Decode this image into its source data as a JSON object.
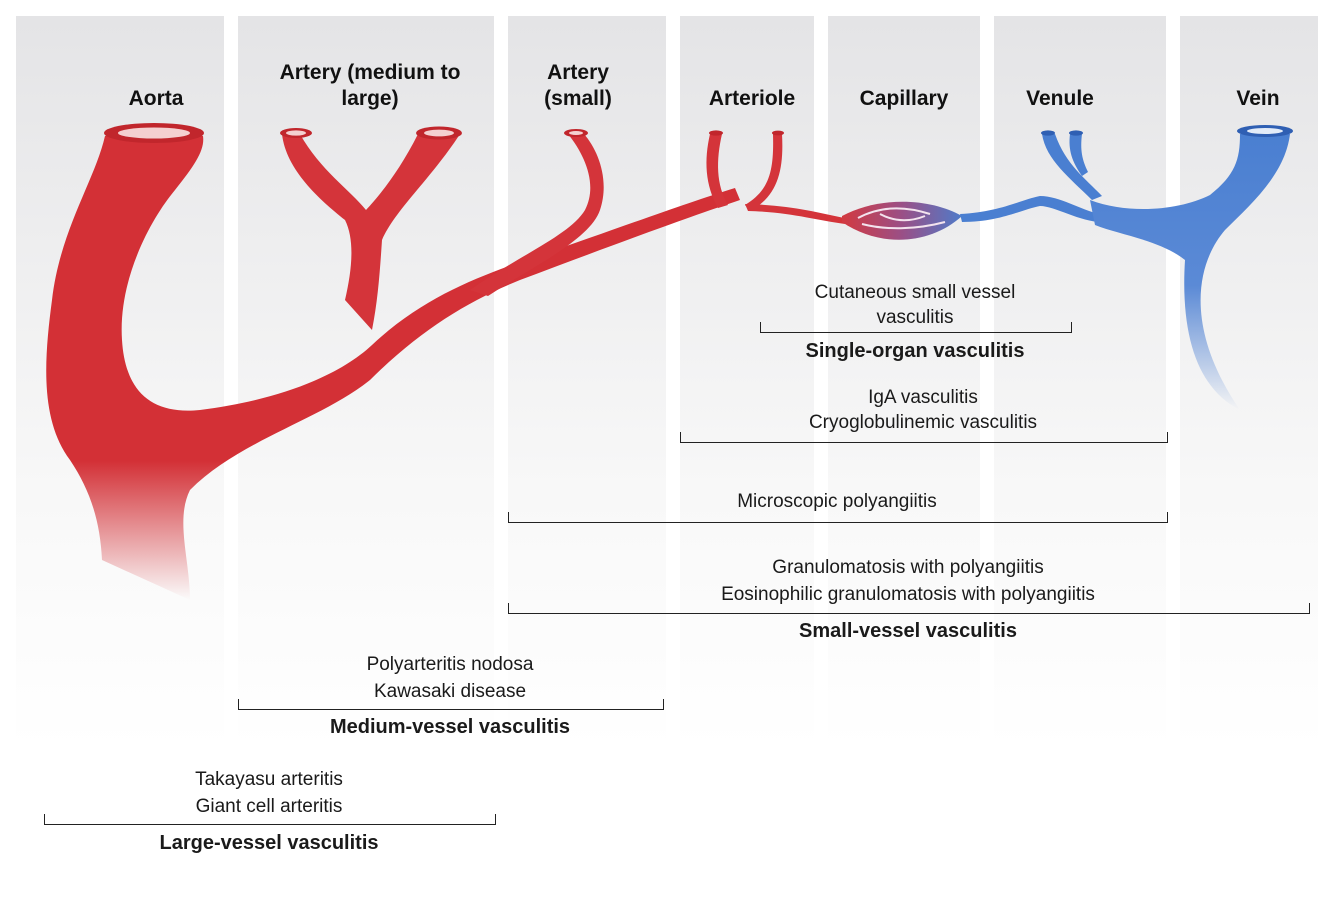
{
  "vessels": [
    {
      "label": "Aorta"
    },
    {
      "label": "Artery (medium to large)"
    },
    {
      "label": "Artery (small)"
    },
    {
      "label": "Arteriole"
    },
    {
      "label": "Capillary"
    },
    {
      "label": "Venule"
    },
    {
      "label": "Vein"
    }
  ],
  "colors": {
    "artery": "#d8343a",
    "artery_dark": "#a3161c",
    "vein": "#4a7fd1",
    "vein_dark": "#2a56a6",
    "column_bg": "#e7e7e9"
  },
  "groups": {
    "single_organ": {
      "items": [
        "Cutaneous small vessel",
        "vasculitis"
      ],
      "category": "Single-organ vasculitis"
    },
    "iga": {
      "items": [
        "IgA vasculitis",
        "Cryoglobulinemic vasculitis"
      ]
    },
    "mpa": {
      "items": [
        "Microscopic polyangiitis"
      ]
    },
    "small": {
      "items": [
        "Granulomatosis with polyangiitis",
        "Eosinophilic granulomatosis with polyangiitis"
      ],
      "category": "Small-vessel vasculitis"
    },
    "medium": {
      "items": [
        "Polyarteritis nodosa",
        "Kawasaki disease"
      ],
      "category": "Medium-vessel vasculitis"
    },
    "large": {
      "items": [
        "Takayasu arteritis",
        "Giant cell arteritis"
      ],
      "category": "Large-vessel vasculitis"
    }
  }
}
